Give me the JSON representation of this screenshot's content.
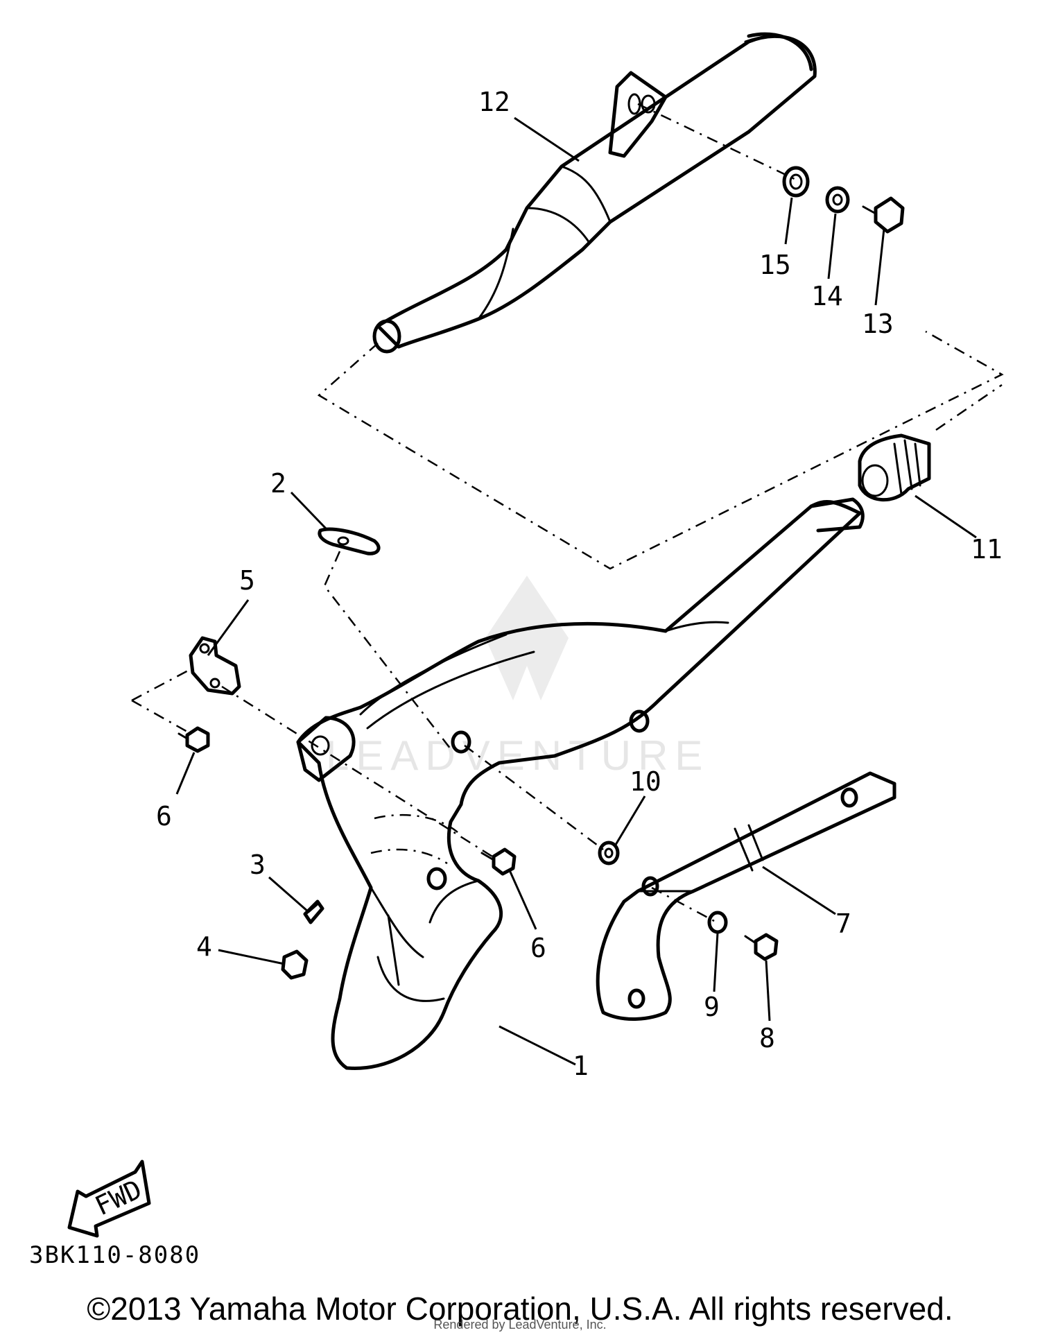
{
  "diagram": {
    "part_code": "3BK110-8080",
    "fwd_label": "FWD",
    "watermark": "LEADVENTURE",
    "copyright": "©2013 Yamaha Motor Corporation, U.S.A. All rights reserved.",
    "rendered_by": "Rendered by LeadVenture, Inc.",
    "callouts": [
      "1",
      "2",
      "3",
      "4",
      "5",
      "6",
      "6",
      "7",
      "8",
      "9",
      "10",
      "11",
      "12",
      "13",
      "14",
      "15"
    ]
  }
}
